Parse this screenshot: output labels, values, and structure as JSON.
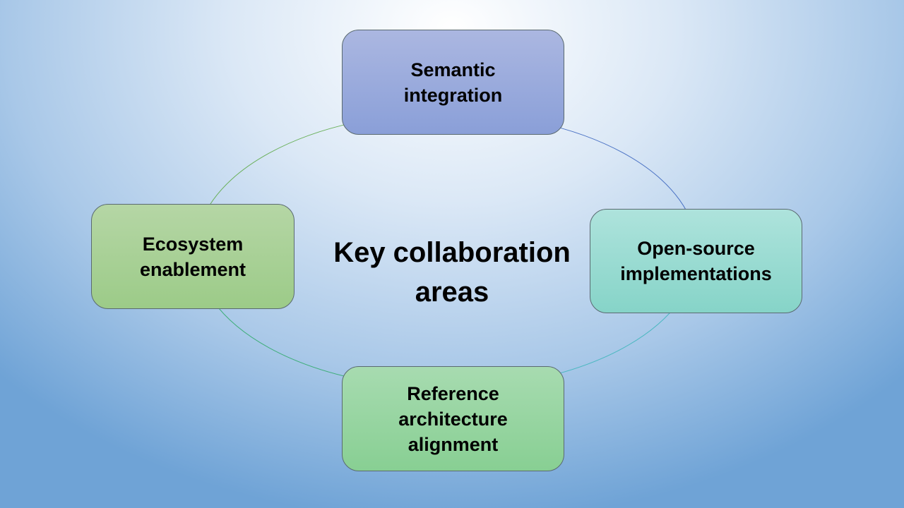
{
  "title": {
    "line1": "Key collaboration",
    "line2": "areas"
  },
  "nodes": {
    "top": {
      "line1": "Semantic",
      "line2": "integration"
    },
    "right": {
      "line1": "Open-source",
      "line2": "implementations"
    },
    "bottom": {
      "line1": "Reference",
      "line2": "architecture",
      "line3": "alignment"
    },
    "left": {
      "line1": "Ecosystem",
      "line2": "enablement"
    }
  },
  "colors": {
    "top": "#8a9fd8",
    "right": "#86d4c8",
    "bottom": "#88cf93",
    "left": "#9ccb88"
  }
}
